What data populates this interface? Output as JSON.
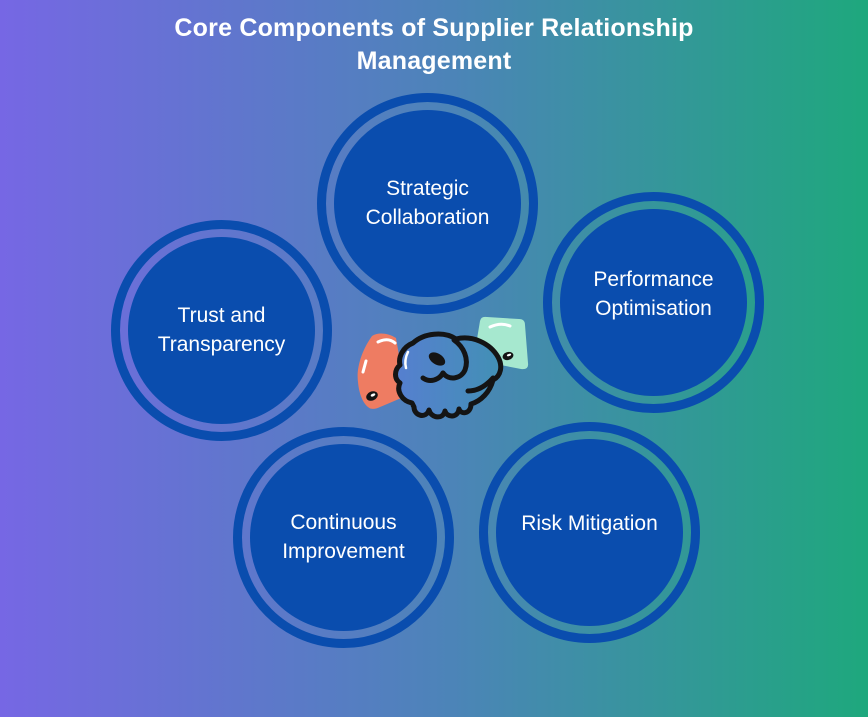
{
  "title": {
    "text": "Core Components of Supplier Relationship Management"
  },
  "components": [
    {
      "label": "Strategic Collaboration",
      "position": "top"
    },
    {
      "label": "Performance Optimisation",
      "position": "right"
    },
    {
      "label": "Trust and Transparency",
      "position": "left"
    },
    {
      "label": "Continuous Improvement",
      "position": "bottom-left"
    },
    {
      "label": "Risk Mitigation",
      "position": "bottom-right"
    }
  ],
  "center_icon": {
    "name": "handshake-icon",
    "description": "two clasped hands, coral left sleeve cuff and mint right sleeve cuff"
  },
  "colors": {
    "background_gradient_left": "#7667e4",
    "background_gradient_right": "#1ea87d",
    "circle_fill": "#0a4dae",
    "title_text": "#ffffff",
    "label_text": "#ffffff",
    "left_cuff": "#ee7c62",
    "right_cuff": "#a6e8cf",
    "hand_outline": "#141414"
  }
}
